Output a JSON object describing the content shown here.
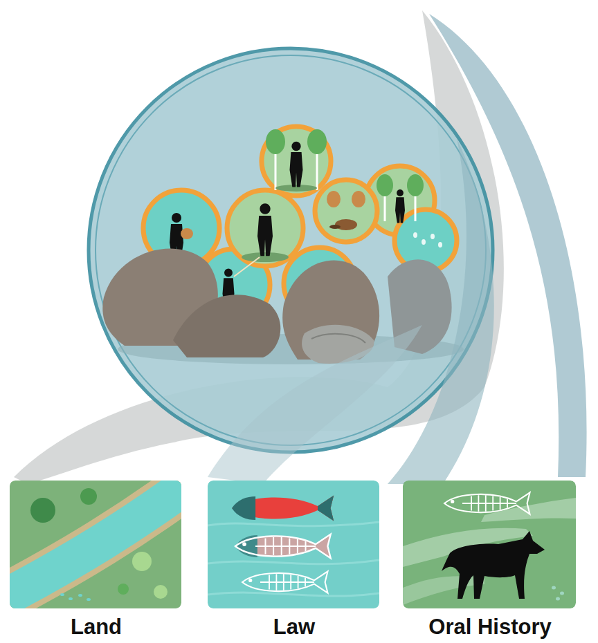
{
  "diagram": {
    "nodes": [
      {
        "text": [
          "Land"
        ]
      },
      {
        "text": [
          "Law"
        ]
      },
      {
        "text": [
          "Oral History"
        ]
      }
    ]
  }
}
